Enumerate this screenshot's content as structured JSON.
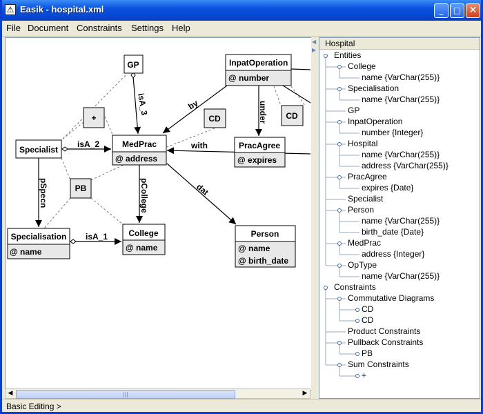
{
  "window": {
    "title": "Easik - hospital.xml",
    "app_icon": "easik-app-icon",
    "controls": {
      "minimize": "_",
      "maximize": "□",
      "close": "✕"
    }
  },
  "menu": [
    {
      "key": "file",
      "label": "File"
    },
    {
      "key": "document",
      "label": "Document"
    },
    {
      "key": "constraints",
      "label": "Constraints"
    },
    {
      "key": "settings",
      "label": "Settings"
    },
    {
      "key": "help",
      "label": "Help"
    }
  ],
  "diagram": {
    "entities": {
      "gp": {
        "name": "GP",
        "attrs": []
      },
      "inpat": {
        "name": "InpatOperation",
        "attrs": [
          "@ number"
        ]
      },
      "plus": {
        "name": "+",
        "attrs": []
      },
      "cd1": {
        "name": "CD",
        "attrs": []
      },
      "cd2": {
        "name": "CD",
        "attrs": []
      },
      "specialist": {
        "name": "Specialist",
        "attrs": []
      },
      "medprac": {
        "name": "MedPrac",
        "attrs": [
          "@ address"
        ]
      },
      "pracagree": {
        "name": "PracAgree",
        "attrs": [
          "@ expires"
        ]
      },
      "pb": {
        "name": "PB",
        "attrs": []
      },
      "specialisation": {
        "name": "Specialisation",
        "attrs": [
          "@ name"
        ]
      },
      "college": {
        "name": "College",
        "attrs": [
          "@ name"
        ]
      },
      "person": {
        "name": "Person",
        "attrs": [
          "@ name",
          "@ birth_date"
        ]
      }
    },
    "edge_labels": {
      "isA_3": "isA_3",
      "by": "by",
      "under": "under",
      "isA_2": "isA_2",
      "with": "with",
      "pSpecn": "pSpecn",
      "pCollege": "pCollege",
      "dat": "dat",
      "isA_1": "isA_1"
    }
  },
  "tree": {
    "header": "Hospital",
    "nodes": [
      {
        "label": "Entities",
        "level": 0
      },
      {
        "label": "College",
        "level": 1
      },
      {
        "label": "name {VarChar(255)}",
        "level": 2
      },
      {
        "label": "Specialisation",
        "level": 1
      },
      {
        "label": "name {VarChar(255)}",
        "level": 2
      },
      {
        "label": "GP",
        "level": 1
      },
      {
        "label": "InpatOperation",
        "level": 1
      },
      {
        "label": "number {Integer}",
        "level": 2
      },
      {
        "label": "Hospital",
        "level": 1
      },
      {
        "label": "name {VarChar(255)}",
        "level": 2
      },
      {
        "label": "address {VarChar(255)}",
        "level": 2
      },
      {
        "label": "PracAgree",
        "level": 1
      },
      {
        "label": "expires {Date}",
        "level": 2
      },
      {
        "label": "Specialist",
        "level": 1
      },
      {
        "label": "Person",
        "level": 1
      },
      {
        "label": "name {VarChar(255)}",
        "level": 2
      },
      {
        "label": "birth_date {Date}",
        "level": 2
      },
      {
        "label": "MedPrac",
        "level": 1
      },
      {
        "label": "address {Integer}",
        "level": 2
      },
      {
        "label": "OpType",
        "level": 1
      },
      {
        "label": "name {VarChar(255)}",
        "level": 2
      },
      {
        "label": "Constraints",
        "level": 0
      },
      {
        "label": "Commutative Diagrams",
        "level": 1
      },
      {
        "label": "CD",
        "level": 2
      },
      {
        "label": "CD",
        "level": 2
      },
      {
        "label": "Product Constraints",
        "level": 1
      },
      {
        "label": "Pullback Constraints",
        "level": 1
      },
      {
        "label": "PB",
        "level": 2
      },
      {
        "label": "Sum Constraints",
        "level": 1
      },
      {
        "label": "+",
        "level": 2
      }
    ]
  },
  "status": {
    "text": "Basic Editing >"
  }
}
